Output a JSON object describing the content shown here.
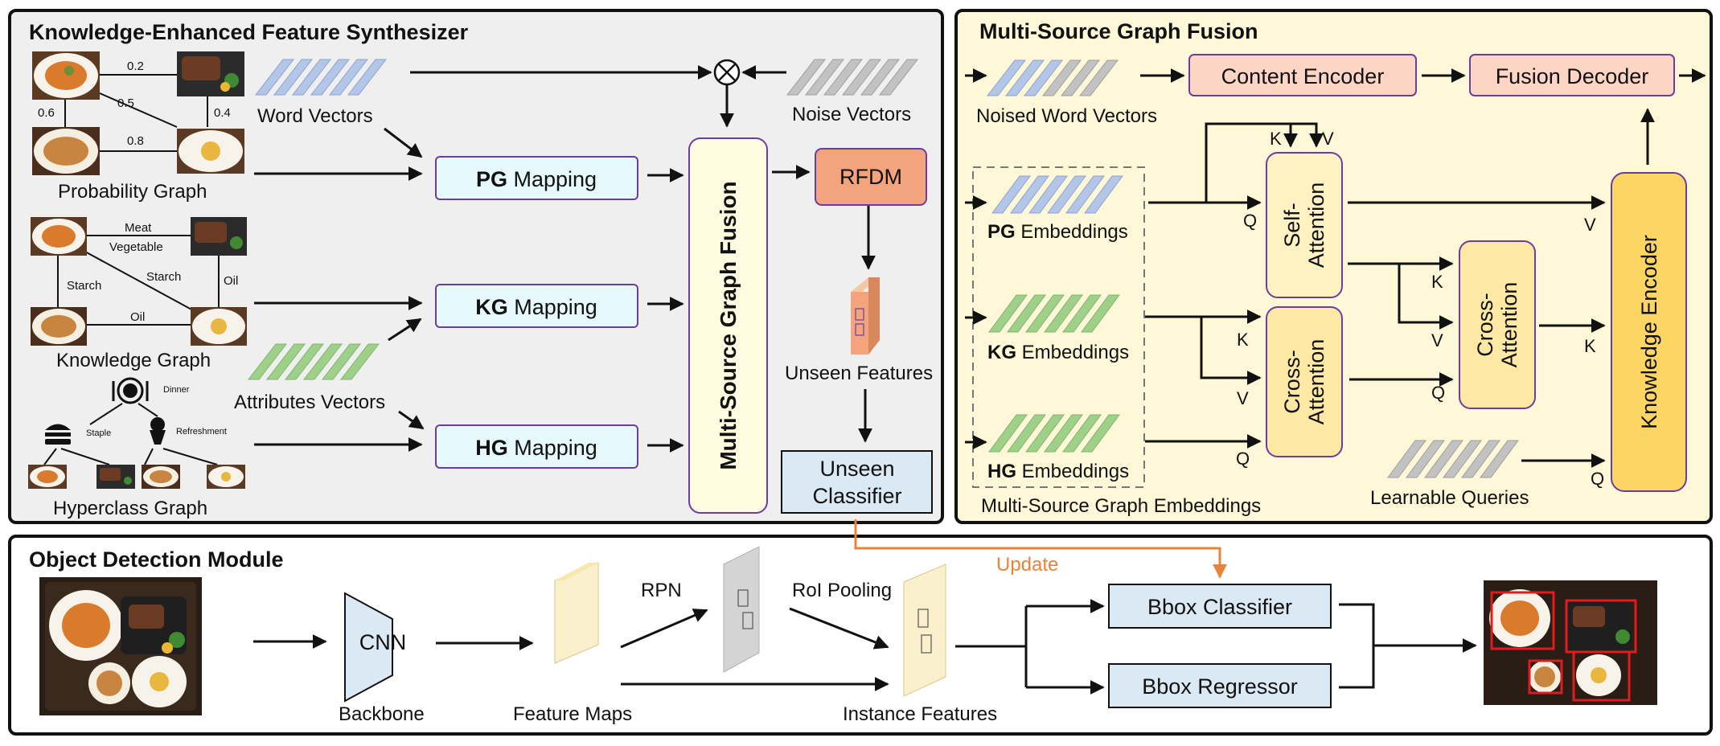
{
  "panels": {
    "kefs": {
      "title": "Knowledge-Enhanced Feature Synthesizer"
    },
    "msgf": {
      "title": "Multi-Source Graph Fusion"
    },
    "odm": {
      "title": "Object Detection Module"
    }
  },
  "kefs": {
    "probability_graph": {
      "label": "Probability Graph",
      "edges": [
        "0.2",
        "0.6",
        "0.5",
        "0.4",
        "0.8"
      ]
    },
    "knowledge_graph": {
      "label": "Knowledge Graph",
      "edges": [
        "Meat",
        "Vegetable",
        "Starch",
        "Starch",
        "Oil",
        "Oil"
      ]
    },
    "hyperclass_graph": {
      "label": "Hyperclass Graph",
      "nodes": [
        "Dinner",
        "Staple",
        "Refreshment"
      ]
    },
    "word_vectors": "Word Vectors",
    "noise_vectors": "Noise Vectors",
    "attribute_vectors": "Attributes Vectors",
    "pg_mapping": {
      "bold": "PG",
      "rest": " Mapping"
    },
    "kg_mapping": {
      "bold": "KG",
      "rest": " Mapping"
    },
    "hg_mapping": {
      "bold": "HG",
      "rest": " Mapping"
    },
    "fusion_block": "Multi-Source Graph Fusion",
    "rfdm": "RFDM",
    "unseen_features": "Unseen Features",
    "unseen_classifier": [
      "Unseen",
      "Classifier"
    ],
    "multiply_symbol": "⊗"
  },
  "msgf": {
    "noised_word_vectors": "Noised Word Vectors",
    "content_encoder": "Content Encoder",
    "fusion_decoder": "Fusion Decoder",
    "pg_embeddings": {
      "bold": "PG",
      "rest": " Embeddings"
    },
    "kg_embeddings": {
      "bold": "KG",
      "rest": " Embeddings"
    },
    "hg_embeddings": {
      "bold": "HG",
      "rest": " Embeddings"
    },
    "embeddings_group": "Multi-Source Graph Embeddings",
    "self_attention": [
      "Self-",
      "Attention"
    ],
    "cross_attention_1": [
      "Cross-",
      "Attention"
    ],
    "cross_attention_2": [
      "Cross-",
      "Attention"
    ],
    "knowledge_encoder": "Knowledge Encoder",
    "learnable_queries": "Learnable Queries",
    "letters": {
      "k": "K",
      "v": "V",
      "q": "Q"
    }
  },
  "odm": {
    "cnn": "CNN",
    "backbone": "Backbone",
    "feature_maps": "Feature Maps",
    "rpn": "RPN",
    "roi_pooling": "RoI Pooling",
    "instance_features": "Instance Features",
    "bbox_classifier": "Bbox Classifier",
    "bbox_regressor": "Bbox Regressor",
    "update": "Update"
  },
  "colors": {
    "panel_gray": "#efefef",
    "panel_yellow": "#fff8d8",
    "mapping_fill": "#e6f8fc",
    "mapping_border": "#6a3ea1",
    "fusion_fill": "#fffbe0",
    "rfdm_fill": "#f3a47c",
    "encoder_fill": "#fdd5c5",
    "attention_fill": "#fde9a3",
    "knowledge_fill": "#fcd562",
    "classifier_fill": "#dbe9f5",
    "update_orange": "#e8833a",
    "word_blue": "#b3c6e8",
    "attr_green": "#9fd08a",
    "noise_gray": "#c2c2c2"
  }
}
